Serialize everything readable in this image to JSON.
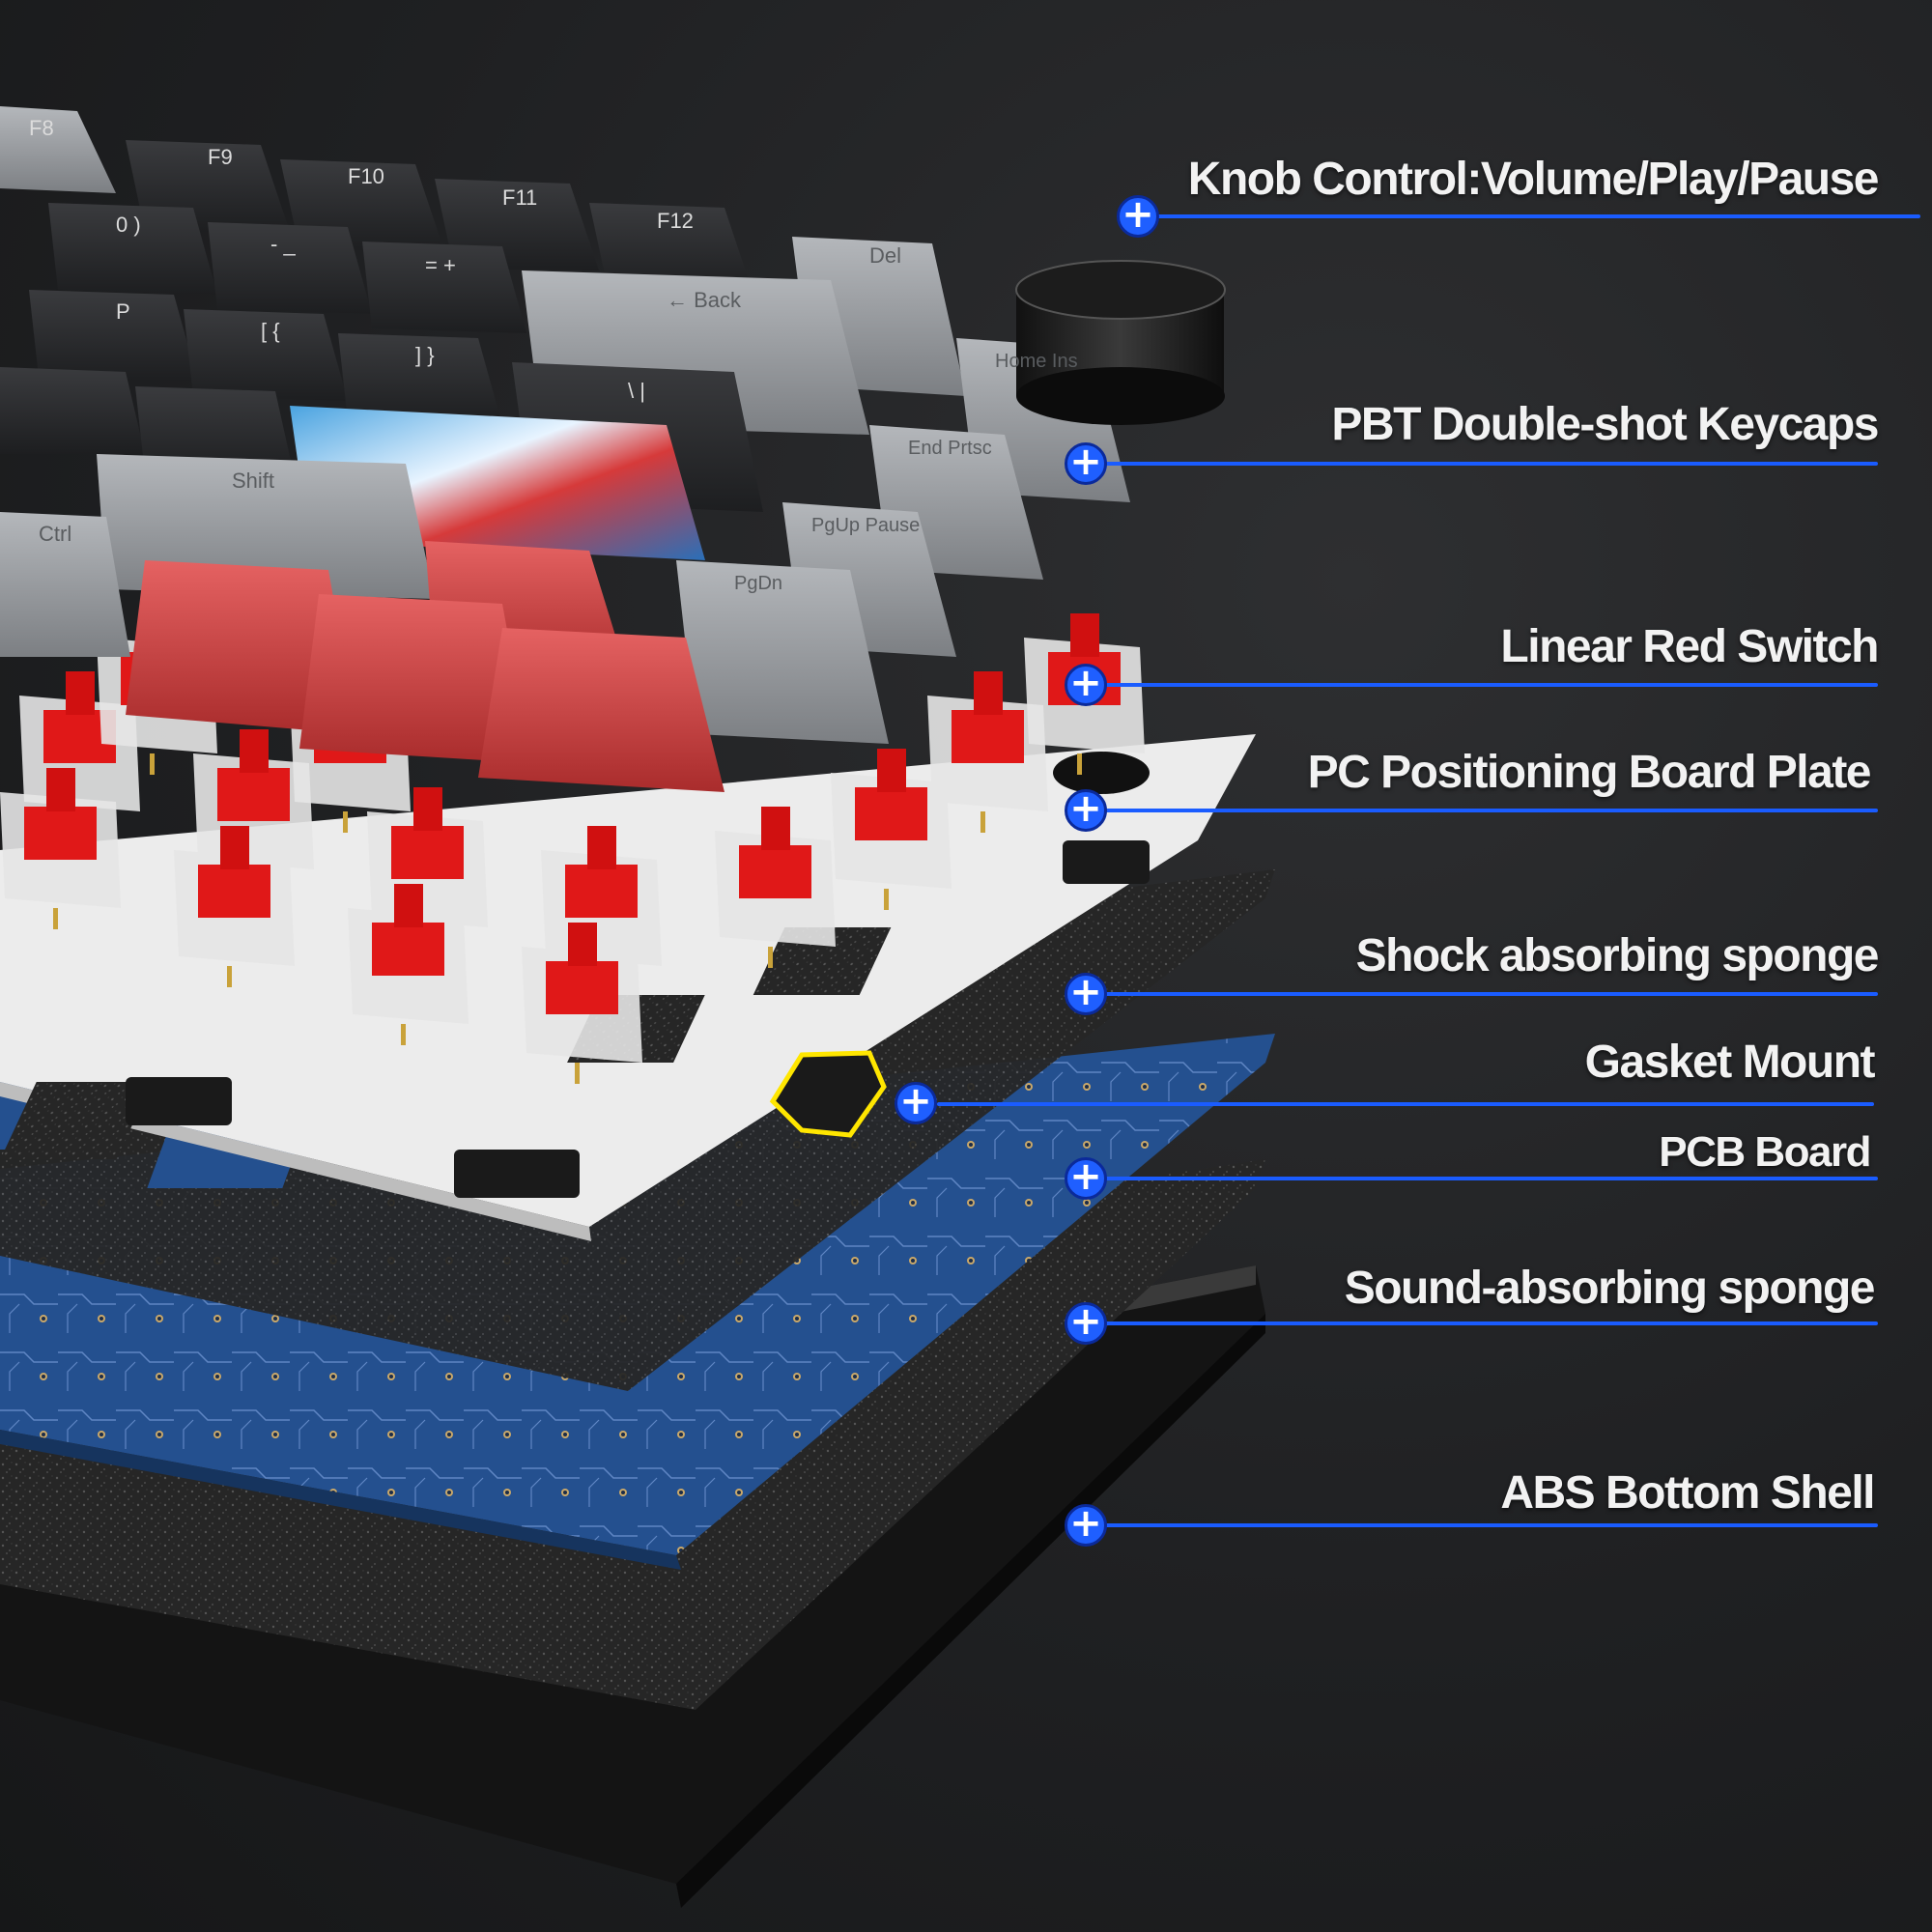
{
  "colors": {
    "background": "#1f2022",
    "accent": "#1a5cff",
    "label_text": "#f2f2f2",
    "keycap_dark": "#2b2c2f",
    "keycap_gray": "#9a9da1",
    "keycap_red": "#d04444",
    "switch_red": "#e01818",
    "plate_white": "#eeeeee",
    "pcb_blue": "#24508f",
    "sponge": "#2a2a2a",
    "gasket_highlight": "#ffe600"
  },
  "marker_icon": "plus-circle-icon",
  "marker_glyph": "+",
  "keycaps": {
    "top_row": [
      "F8",
      "F9",
      "F10",
      "F11",
      "F12",
      "Del"
    ],
    "row2": [
      "0 )",
      "- _",
      "= +",
      "← Back"
    ],
    "row3": [
      "P",
      "[ {",
      "] }",
      "\\ |"
    ],
    "nav": [
      "Home Ins",
      "End Prtsc",
      "PgUp Pause",
      "PgDn"
    ],
    "modifiers": [
      "Shift",
      "Ctrl"
    ]
  },
  "callouts": [
    {
      "id": "knob",
      "label": "Knob Control:Volume/Play/Pause"
    },
    {
      "id": "keycaps",
      "label": "PBT Double-shot Keycaps"
    },
    {
      "id": "switch",
      "label": "Linear Red Switch"
    },
    {
      "id": "plate",
      "label": "PC Positioning Board Plate"
    },
    {
      "id": "shock-sponge",
      "label": "Shock absorbing sponge"
    },
    {
      "id": "gasket",
      "label": "Gasket Mount"
    },
    {
      "id": "pcb",
      "label": "PCB Board"
    },
    {
      "id": "sound-sponge",
      "label": "Sound-absorbing sponge"
    },
    {
      "id": "shell",
      "label": "ABS Bottom Shell"
    }
  ]
}
